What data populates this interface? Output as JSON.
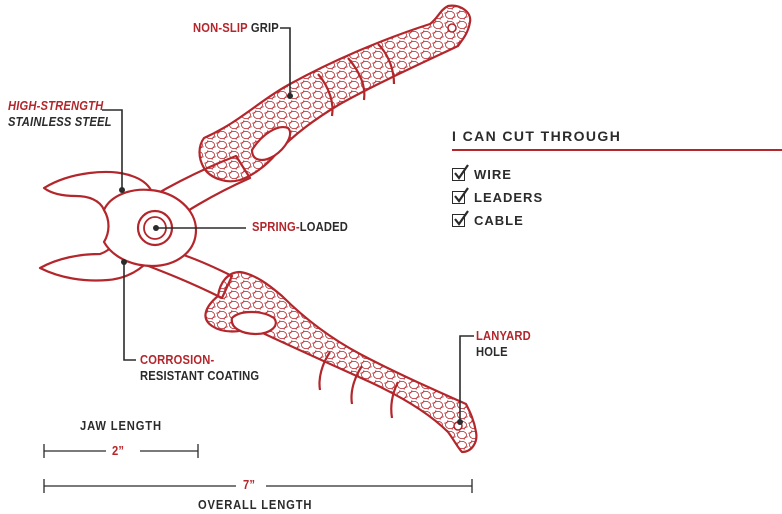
{
  "labels": {
    "grip_red": "NON-SLIP",
    "grip_dark": " GRIP",
    "steel_line1": "HIGH-STRENGTH",
    "steel_line2a": "STAINLESS ",
    "steel_line2b": "STEEL",
    "spring_red": "SPRING-",
    "spring_dark": "LOADED",
    "corrosion_line1": "CORROSION-",
    "corrosion_line2": "RESISTANT COATING",
    "lanyard_line1": "LANYARD",
    "lanyard_line2": "HOLE"
  },
  "cut_through": {
    "title": "I CAN CUT THROUGH",
    "items": [
      "WIRE",
      "LEADERS",
      "CABLE"
    ]
  },
  "dimensions": {
    "jaw_title": "JAW LENGTH",
    "jaw_value": "2”",
    "overall_value": "7”",
    "overall_title": "OVERALL LENGTH"
  },
  "colors": {
    "accent": "#b3262b",
    "text_dark": "#2b2b2b"
  }
}
